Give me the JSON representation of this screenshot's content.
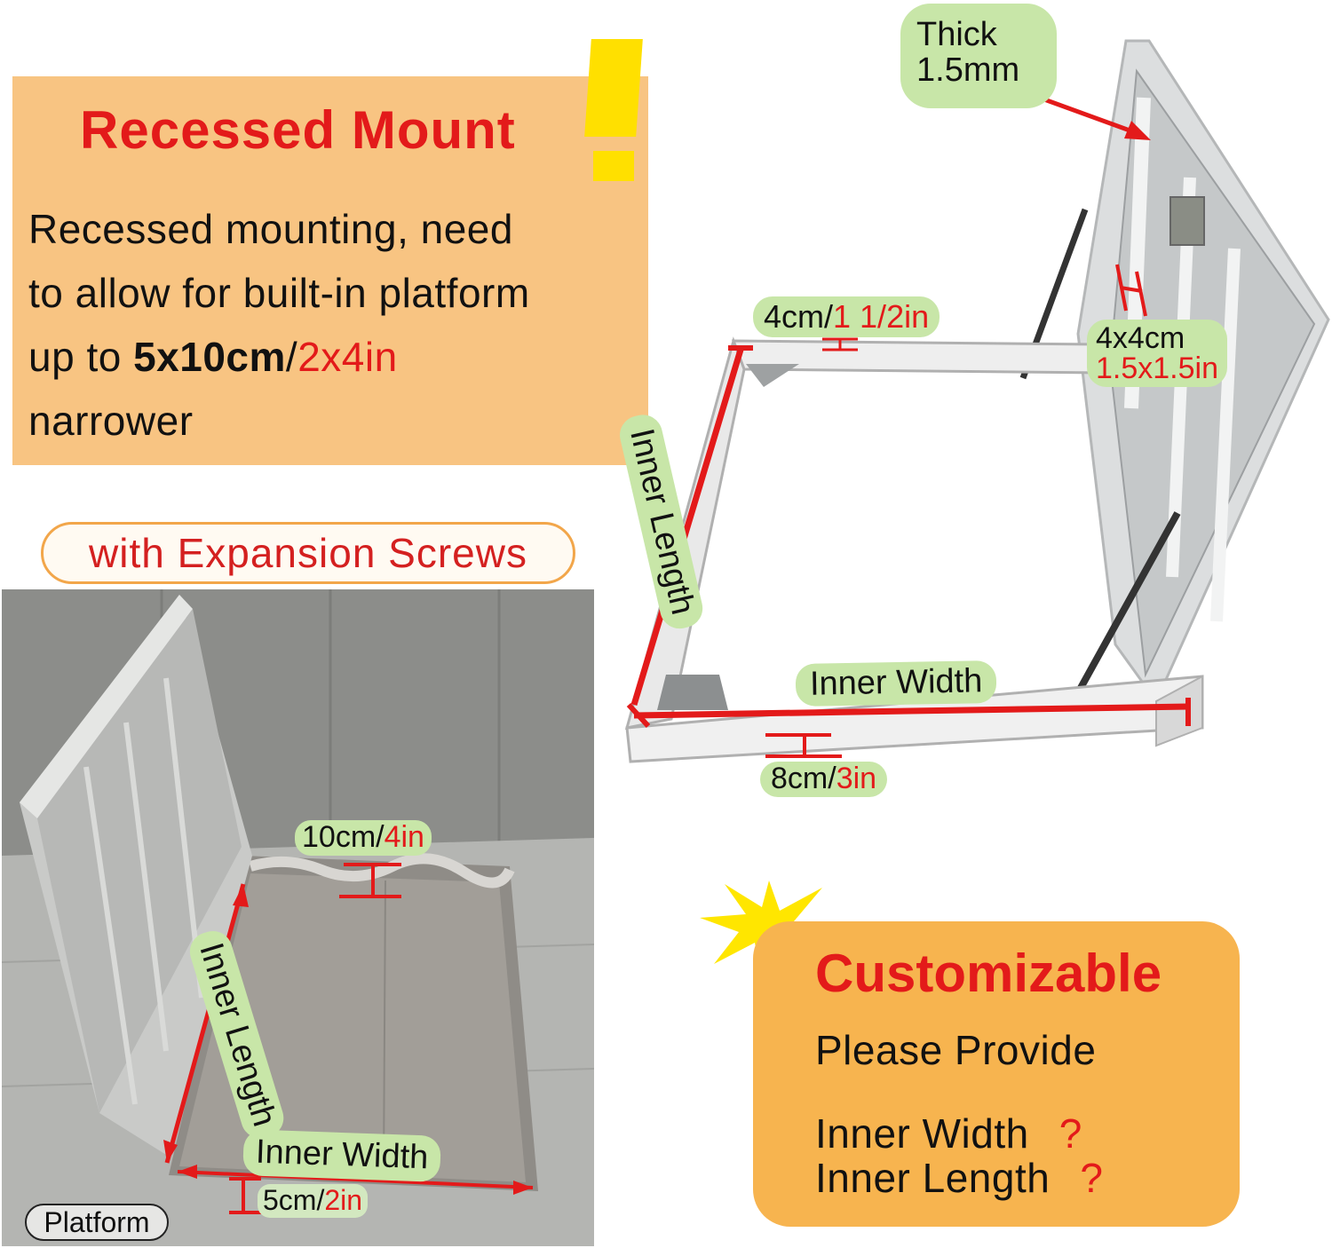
{
  "recessed": {
    "title": "Recessed Mount",
    "line1": "Recessed mounting, need",
    "line2": "to allow for built-in platform",
    "line3_prefix": "up to ",
    "line3_metric": "5x10cm",
    "line3_sep": "/",
    "line3_imperial": "2x4in",
    "line4": "narrower"
  },
  "screws_label": "with Expansion Screws",
  "frame_labels": {
    "thick_line1": "Thick",
    "thick_line2": "1.5mm",
    "top_bar_metric": "4cm/",
    "top_bar_imperial": "1 1/2in",
    "post_metric": "4x4cm",
    "post_imperial": "1.5x1.5in",
    "inner_length": "Inner Length",
    "inner_width": "Inner Width",
    "bottom_bar_metric": "8cm/",
    "bottom_bar_imperial": "3in"
  },
  "photo_labels": {
    "depth_metric": "10cm/",
    "depth_imperial": "4in",
    "inner_length": "Inner Length",
    "inner_width": "Inner Width",
    "ledge_metric": "5cm/",
    "ledge_imperial": "2in",
    "platform": "Platform"
  },
  "customizable": {
    "title": "Customizable",
    "line1": "Please Provide",
    "width_label": "Inner Width",
    "length_label": "Inner Length",
    "question_mark": "?"
  },
  "colors": {
    "accent_red": "#e31a1a",
    "label_green": "#c8e6a8",
    "panel_orange": "#f8c482",
    "custom_orange": "#f7b44f",
    "exclaim_yellow": "#ffe000"
  }
}
